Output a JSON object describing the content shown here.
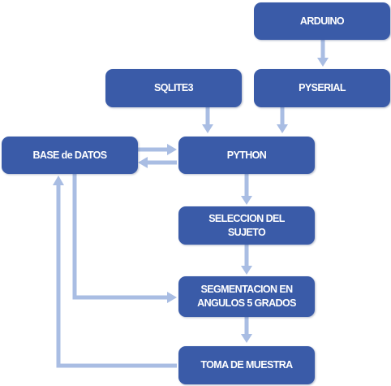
{
  "diagram": {
    "colors": {
      "node_fill": "#3a5ba8",
      "node_text": "#ffffff",
      "arrow": "#a9bde3"
    },
    "nodes": {
      "arduino": "ARDUINO",
      "pyserial": "PYSERIAL",
      "sqlite3": "SQLITE3",
      "base_datos": "BASE de DATOS",
      "python": "PYTHON",
      "seleccion": "SELECCION DEL SUJETO",
      "segmentacion": "SEGMENTACION EN ANGULOS 5 GRADOS",
      "toma": "TOMA DE MUESTRA"
    },
    "edges": [
      {
        "from": "arduino",
        "to": "pyserial"
      },
      {
        "from": "pyserial",
        "to": "python"
      },
      {
        "from": "sqlite3",
        "to": "python"
      },
      {
        "from": "base_datos",
        "to": "python"
      },
      {
        "from": "python",
        "to": "base_datos"
      },
      {
        "from": "python",
        "to": "seleccion"
      },
      {
        "from": "seleccion",
        "to": "segmentacion"
      },
      {
        "from": "base_datos",
        "to": "segmentacion"
      },
      {
        "from": "segmentacion",
        "to": "toma"
      },
      {
        "from": "toma",
        "to": "base_datos"
      }
    ]
  }
}
